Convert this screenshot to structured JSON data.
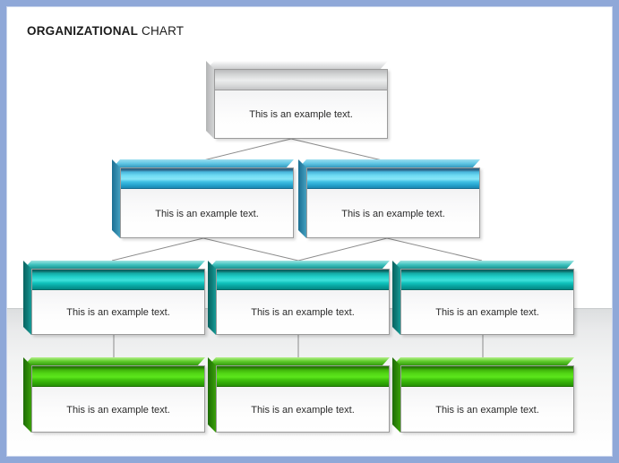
{
  "page": {
    "title_bold": "ORGANIZATIONAL",
    "title_regular": " CHART",
    "border_color": "#8fa8d8",
    "background_color": "#ffffff"
  },
  "chart_data": {
    "type": "diagram",
    "diagram_type": "organizational-chart",
    "title": "ORGANIZATIONAL CHART",
    "levels": 4,
    "node_text": "This is an example text.",
    "level_colors": {
      "level_1": "#c9cacb",
      "level_2": "#35b4d9",
      "level_3": "#10beb8",
      "level_4": "#44c80f"
    },
    "nodes": [
      {
        "id": "n1",
        "level": 1,
        "color_name": "gray",
        "label": "This is an example text."
      },
      {
        "id": "n2",
        "level": 2,
        "color_name": "blue",
        "label": "This is an example text."
      },
      {
        "id": "n3",
        "level": 2,
        "color_name": "blue",
        "label": "This is an example text."
      },
      {
        "id": "n4",
        "level": 3,
        "color_name": "teal",
        "label": "This is an example text."
      },
      {
        "id": "n5",
        "level": 3,
        "color_name": "teal",
        "label": "This is an example text."
      },
      {
        "id": "n6",
        "level": 3,
        "color_name": "teal",
        "label": "This is an example text."
      },
      {
        "id": "n7",
        "level": 4,
        "color_name": "green",
        "label": "This is an example text."
      },
      {
        "id": "n8",
        "level": 4,
        "color_name": "green",
        "label": "This is an example text."
      },
      {
        "id": "n9",
        "level": 4,
        "color_name": "green",
        "label": "This is an example text."
      }
    ],
    "edges": [
      {
        "from": "n1",
        "to": "n2"
      },
      {
        "from": "n1",
        "to": "n3"
      },
      {
        "from": "n2",
        "to": "n4"
      },
      {
        "from": "n2",
        "to": "n5"
      },
      {
        "from": "n3",
        "to": "n5"
      },
      {
        "from": "n3",
        "to": "n6"
      },
      {
        "from": "n4",
        "to": "n7"
      },
      {
        "from": "n5",
        "to": "n8"
      },
      {
        "from": "n6",
        "to": "n9"
      }
    ]
  }
}
